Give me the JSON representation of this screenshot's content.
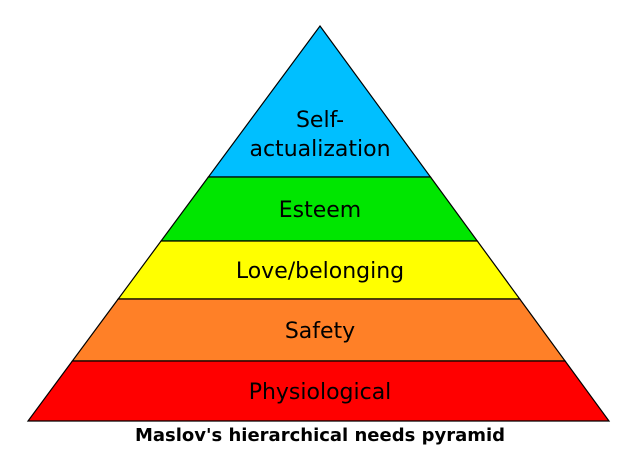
{
  "caption": "Maslov's hierarchical needs pyramid",
  "levels": [
    {
      "label_lines": [
        "Self-",
        "actualization"
      ],
      "color": "#00BFFF"
    },
    {
      "label_lines": [
        "Esteem"
      ],
      "color": "#00E600"
    },
    {
      "label_lines": [
        "Love/belonging"
      ],
      "color": "#FFFF00"
    },
    {
      "label_lines": [
        "Safety"
      ],
      "color": "#FF8027"
    },
    {
      "label_lines": [
        "Physiological"
      ],
      "color": "#FF0000"
    }
  ],
  "outline_color": "#000000"
}
